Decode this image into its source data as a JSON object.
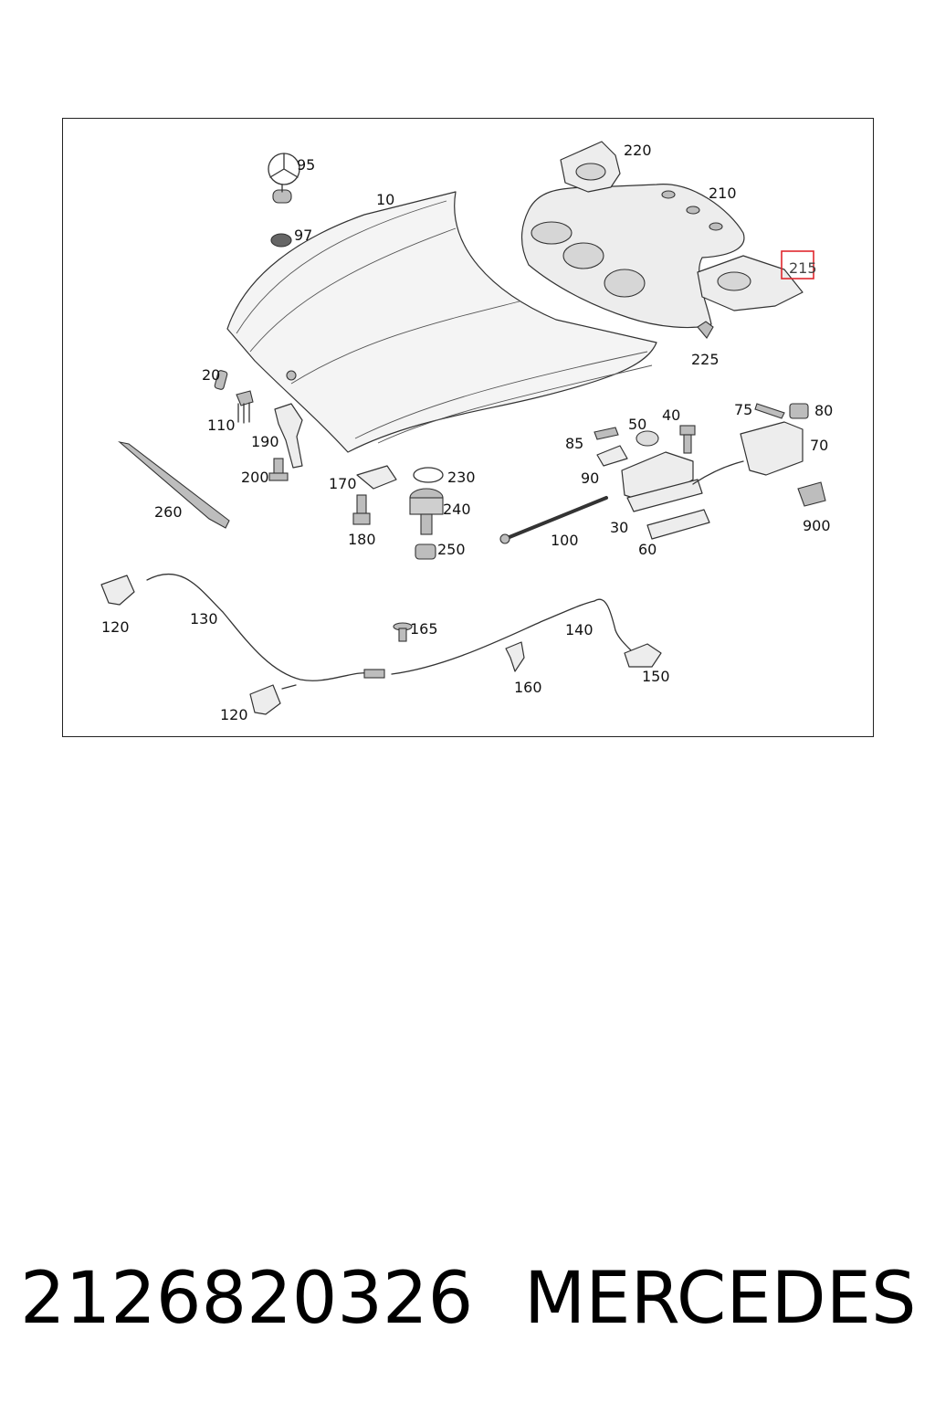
{
  "diagram": {
    "labels": {
      "p10": "10",
      "p20": "20",
      "p30": "30",
      "p40": "40",
      "p50": "50",
      "p60": "60",
      "p70": "70",
      "p75": "75",
      "p80": "80",
      "p85": "85",
      "p90": "90",
      "p95": "95",
      "p97": "97",
      "p100": "100",
      "p110": "110",
      "p120a": "120",
      "p120b": "120",
      "p130": "130",
      "p140": "140",
      "p150": "150",
      "p160": "160",
      "p165": "165",
      "p170": "170",
      "p180": "180",
      "p190": "190",
      "p200": "200",
      "p210": "210",
      "p215": "215",
      "p220": "220",
      "p225": "225",
      "p230": "230",
      "p240": "240",
      "p250": "250",
      "p260": "260",
      "p900": "900"
    },
    "highlighted_part": "215",
    "highlight_color": "#e0282e"
  },
  "caption": {
    "part_number": "2126820326",
    "brand": "MERCEDES"
  }
}
